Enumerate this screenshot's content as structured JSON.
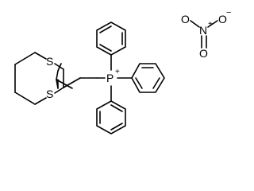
{
  "molecules": [
    {
      "name": "phosphonium-cation",
      "atoms": {
        "sulfur_1": "S",
        "sulfur_2": "S",
        "phosphorus": "P",
        "phosphorus_charge": "+"
      }
    },
    {
      "name": "nitrate-anion",
      "atoms": {
        "oxygen_top": "O",
        "oxygen_top_charge": "−",
        "oxygen_left": "O",
        "oxygen_bottom": "O",
        "nitrogen": "N",
        "nitrogen_charge": "+"
      }
    }
  ],
  "colors": {
    "bond": "#000000",
    "atom_label": "#000000",
    "background": "#ffffff"
  }
}
